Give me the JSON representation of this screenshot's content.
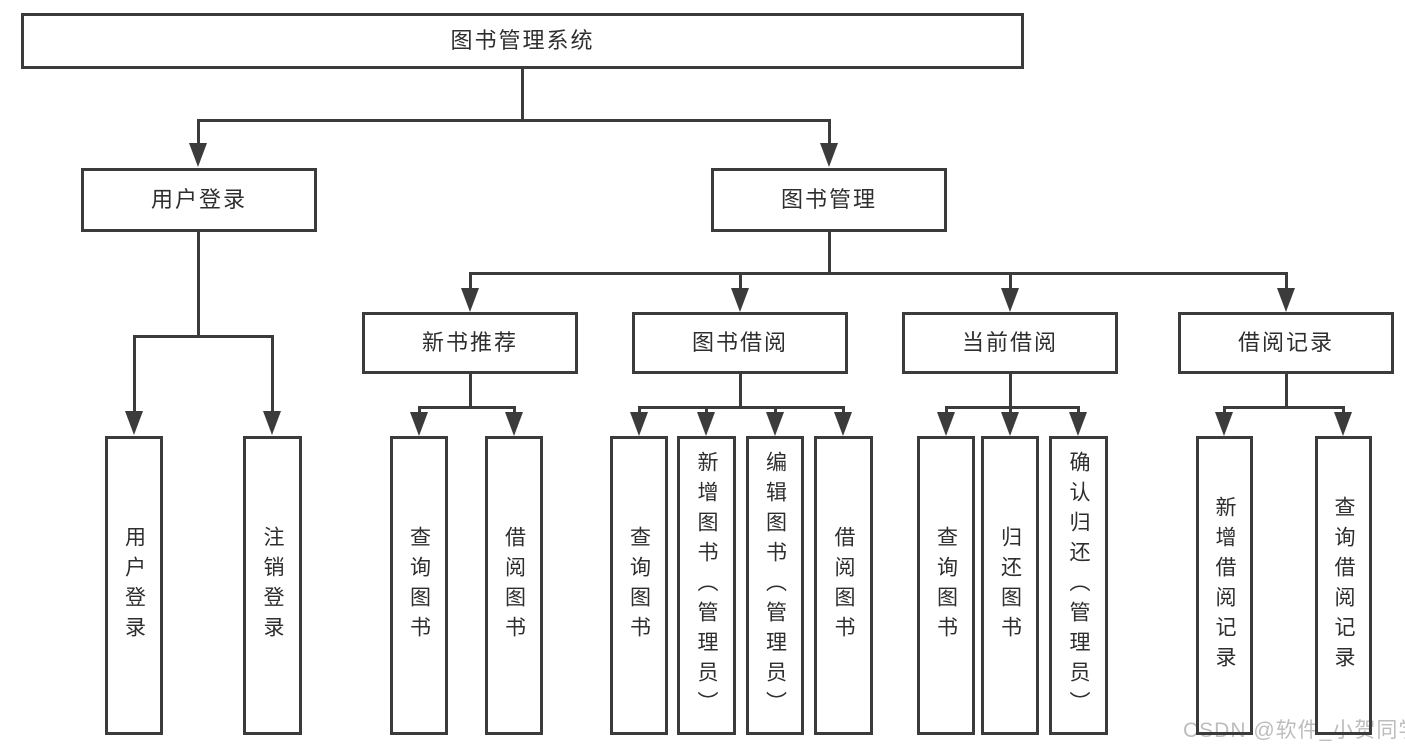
{
  "tree": {
    "root": {
      "label": "图书管理系统"
    },
    "branches": [
      {
        "label": "用户登录",
        "children": [
          {
            "label": "用户登录"
          },
          {
            "label": "注销登录"
          }
        ]
      },
      {
        "label": "图书管理",
        "children": [
          {
            "label": "新书推荐",
            "children": [
              {
                "label": "查询图书"
              },
              {
                "label": "借阅图书"
              }
            ]
          },
          {
            "label": "图书借阅",
            "children": [
              {
                "label": "查询图书"
              },
              {
                "label": "新增图书（管理员）"
              },
              {
                "label": "编辑图书（管理员）"
              },
              {
                "label": "借阅图书"
              }
            ]
          },
          {
            "label": "当前借阅",
            "children": [
              {
                "label": "查询图书"
              },
              {
                "label": "归还图书"
              },
              {
                "label": "确认归还（管理员）"
              }
            ]
          },
          {
            "label": "借阅记录",
            "children": [
              {
                "label": "新增借阅记录"
              },
              {
                "label": "查询借阅记录"
              }
            ]
          }
        ]
      }
    ]
  },
  "watermark": {
    "text": "CSDN @软件_小贺同学"
  },
  "colors": {
    "line": "#3b3b3b",
    "text": "#2e2e2e",
    "watermark": "#bdbdbd",
    "background": "#ffffff"
  }
}
